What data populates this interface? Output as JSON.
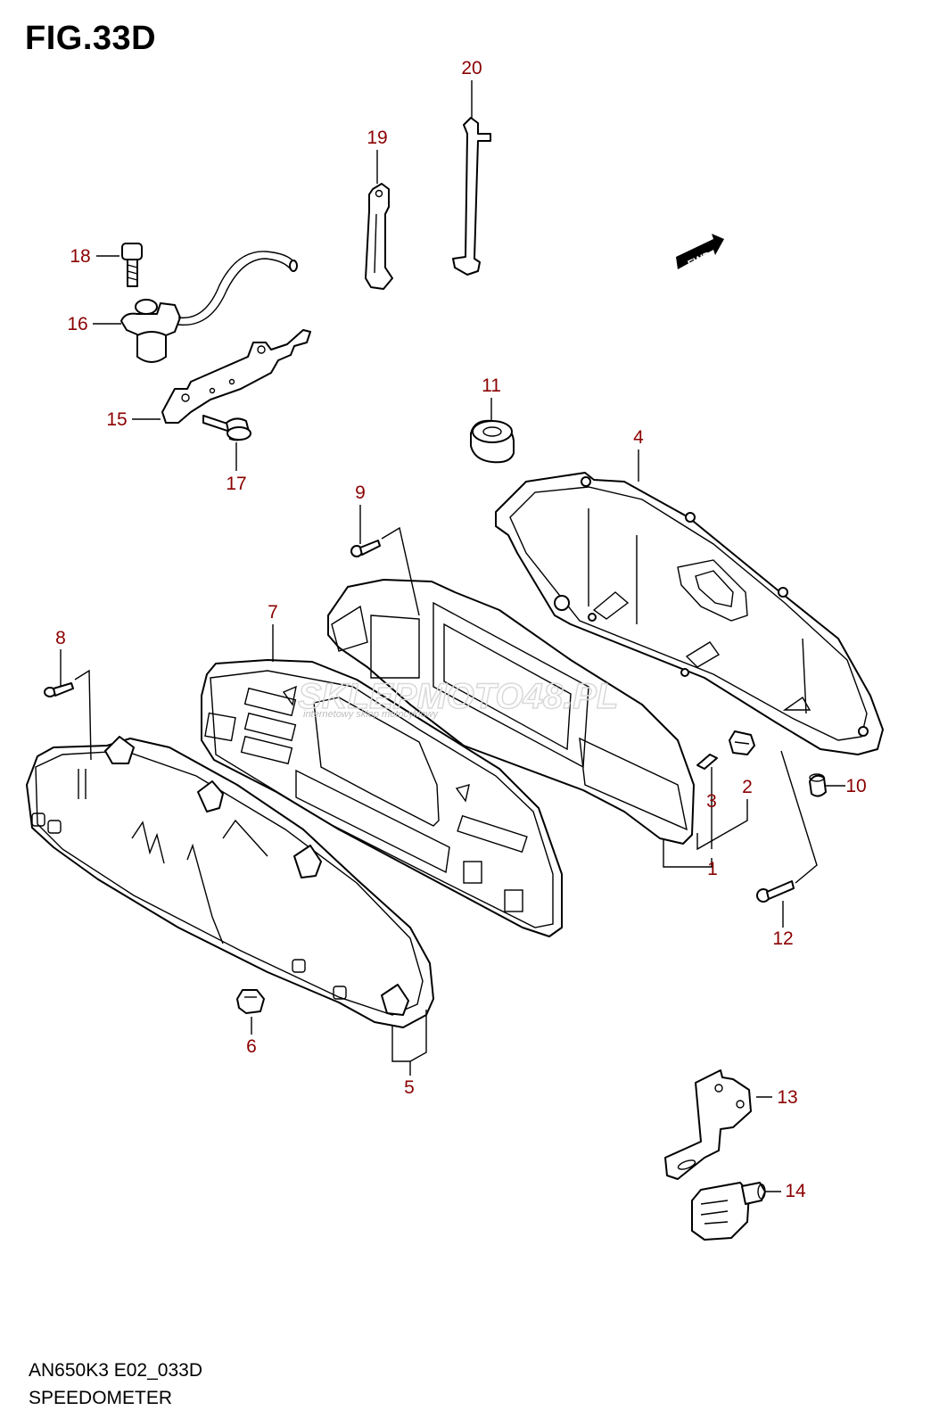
{
  "figure": {
    "title": "FIG.33D",
    "code": "AN650K3 E02_033D",
    "name": "SPEEDOMETER"
  },
  "fwd_label": "FWD",
  "watermark": {
    "brand": "SKLEPMOTO48.PL",
    "tagline": "internetowy sklep motocyklowy"
  },
  "callouts": [
    "1",
    "2",
    "3",
    "4",
    "5",
    "6",
    "7",
    "8",
    "9",
    "10",
    "11",
    "12",
    "13",
    "14",
    "15",
    "16",
    "17",
    "18",
    "19",
    "20"
  ],
  "colors": {
    "callout": "#8b0000",
    "line": "#000000",
    "watermark": "#d9d9d9"
  }
}
